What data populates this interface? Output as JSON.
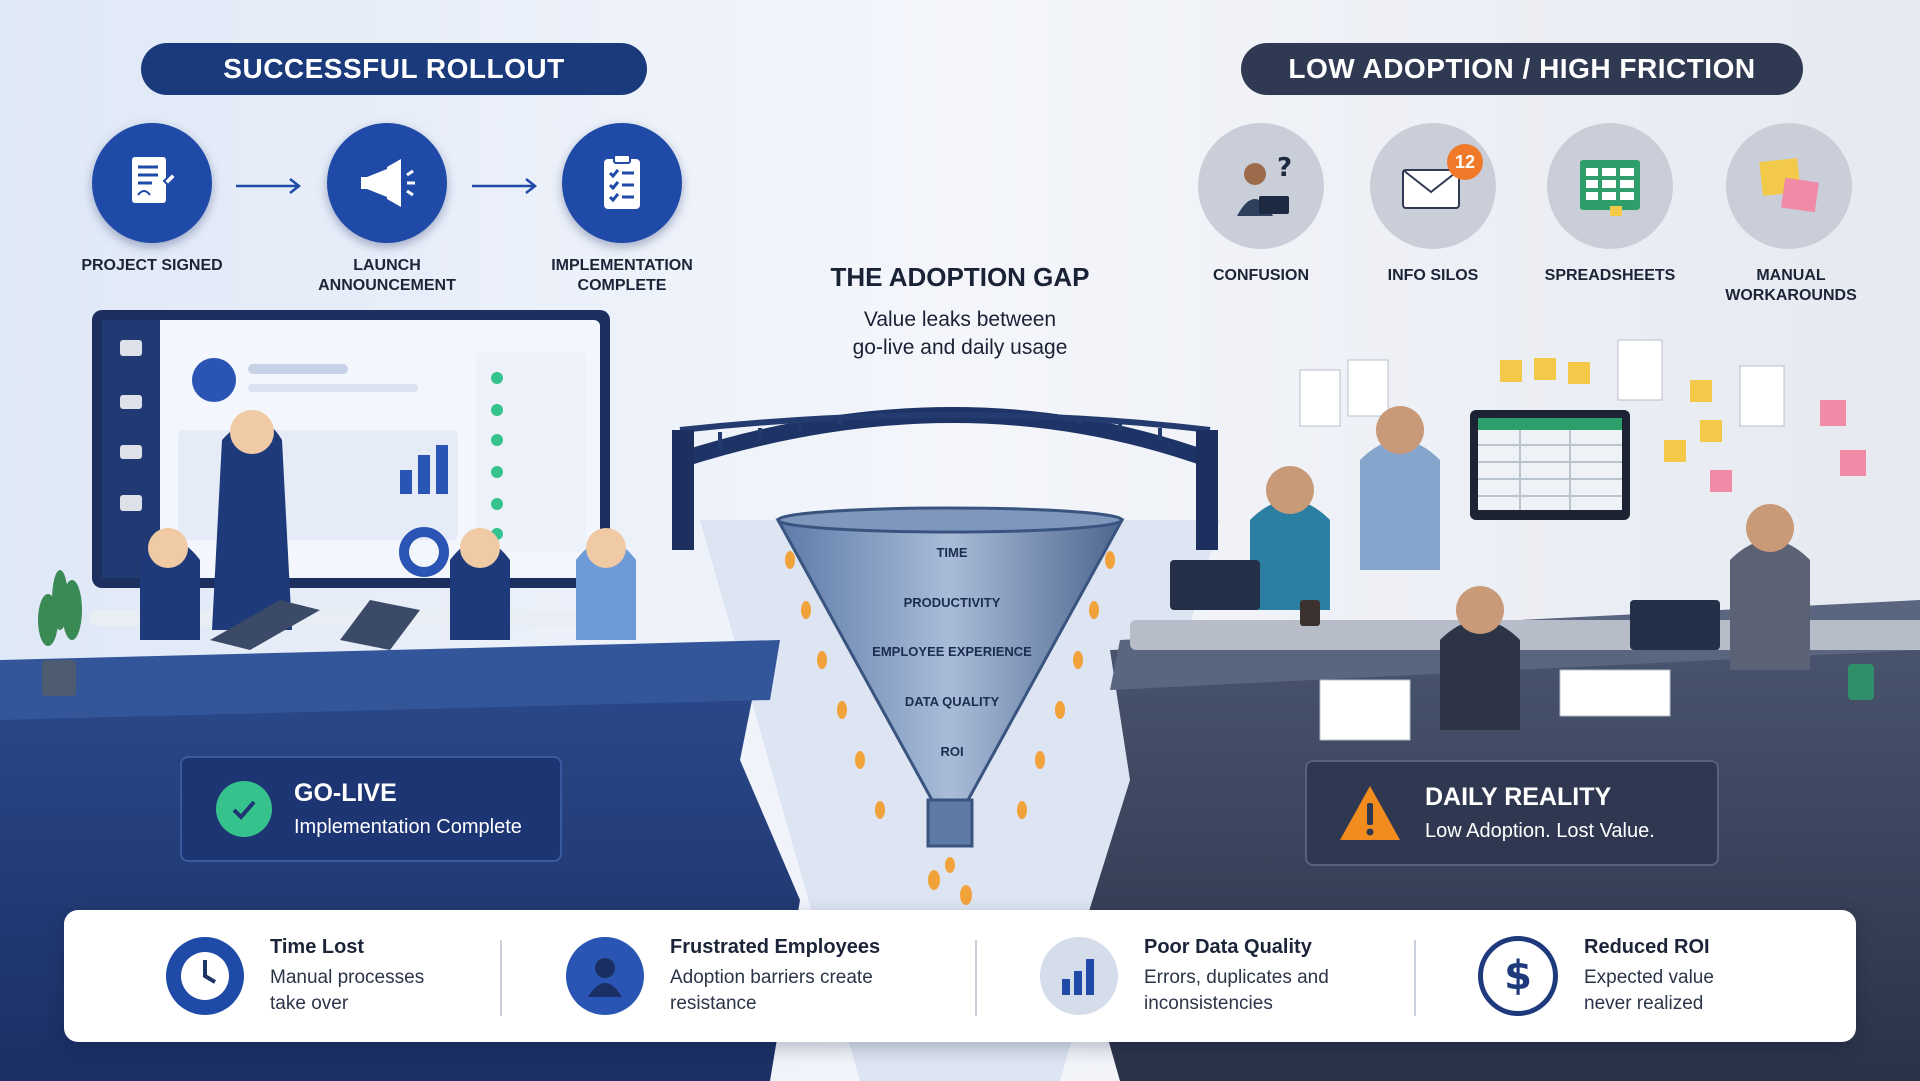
{
  "left_banner": "SUCCESSFUL ROLLOUT",
  "right_banner": "LOW ADOPTION / HIGH FRICTION",
  "rollout_steps": [
    {
      "label": "PROJECT SIGNED",
      "icon": "document-sign-icon"
    },
    {
      "label": "LAUNCH ANNOUNCEMENT",
      "icon": "megaphone-icon"
    },
    {
      "label": "IMPLEMENTATION COMPLETE",
      "icon": "checklist-icon"
    }
  ],
  "friction_items": [
    {
      "label": "CONFUSION",
      "icon": "confused-person-icon"
    },
    {
      "label": "INFO SILOS",
      "icon": "envelope-icon",
      "badge": "12"
    },
    {
      "label": "SPREADSHEETS",
      "icon": "spreadsheet-icon"
    },
    {
      "label": "MANUAL WORKAROUNDS",
      "icon": "sticky-notes-icon"
    }
  ],
  "gap": {
    "title": "THE ADOPTION GAP",
    "subtitle_line1": "Value leaks between",
    "subtitle_line2": "go-live and daily usage"
  },
  "funnel_labels": [
    "TIME",
    "PRODUCTIVITY",
    "EMPLOYEE EXPERIENCE",
    "DATA QUALITY",
    "ROI"
  ],
  "golive": {
    "title": "GO-LIVE",
    "subtitle": "Implementation Complete"
  },
  "reality": {
    "title": "DAILY REALITY",
    "subtitle": "Low Adoption. Lost Value."
  },
  "impacts": [
    {
      "title": "Time Lost",
      "line1": "Manual processes",
      "line2": "take over",
      "icon": "clock-icon"
    },
    {
      "title": "Frustrated Employees",
      "line1": "Adoption barriers create",
      "line2": "resistance",
      "icon": "person-icon"
    },
    {
      "title": "Poor Data Quality",
      "line1": "Errors, duplicates and",
      "line2": "inconsistencies",
      "icon": "bar-chart-icon"
    },
    {
      "title": "Reduced ROI",
      "line1": "Expected value",
      "line2": "never realized",
      "icon": "dollar-icon"
    }
  ],
  "colors": {
    "left_banner": "#1a3a7c",
    "right_banner": "#2f3a52",
    "accent_blue": "#1f4aa8",
    "leak_orange": "#f2a23a",
    "success_green": "#35c28c",
    "warning_orange": "#f28c1e"
  }
}
